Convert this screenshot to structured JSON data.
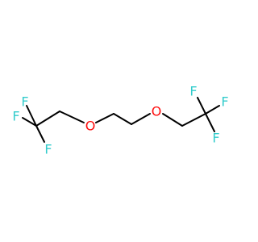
{
  "molecule": {
    "atoms": [
      {
        "label": "F",
        "color": "#33cccc"
      },
      {
        "label": "F",
        "color": "#33cccc"
      },
      {
        "label": "F",
        "color": "#33cccc"
      },
      {
        "label": "O",
        "color": "#ff0d0d"
      },
      {
        "label": "O",
        "color": "#ff0d0d"
      },
      {
        "label": "F",
        "color": "#33cccc"
      },
      {
        "label": "F",
        "color": "#33cccc"
      },
      {
        "label": "F",
        "color": "#33cccc"
      }
    ],
    "bond_color": "#000000"
  }
}
